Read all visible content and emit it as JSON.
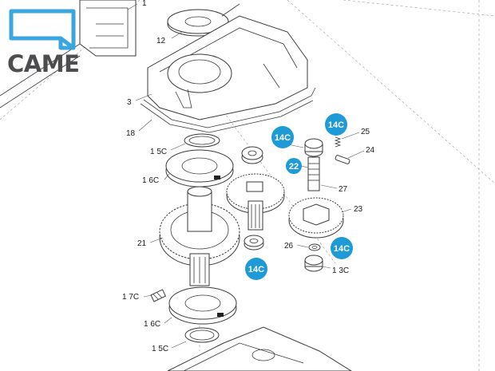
{
  "brand": {
    "name": "CAME",
    "color_primary": "#3aa6dd",
    "color_text": "#4d4d4f"
  },
  "labels": {
    "p1": "1",
    "p12": "12",
    "p3": "3",
    "p18": "18",
    "p15c_top": "1 5C",
    "p16c_top": "1 6C",
    "p21": "21",
    "p17c": "1 7C",
    "p16c_bottom": "1 6C",
    "p15c_bottom": "1 5C",
    "p25": "25",
    "p24": "24",
    "p27": "27",
    "p23": "23",
    "p26": "26",
    "p13c": "1 3C"
  },
  "badges": {
    "b14c_left": "14C",
    "b14c_top": "14C",
    "b22": "22",
    "b14c_right": "14C",
    "b14c_bottom": "14C"
  }
}
